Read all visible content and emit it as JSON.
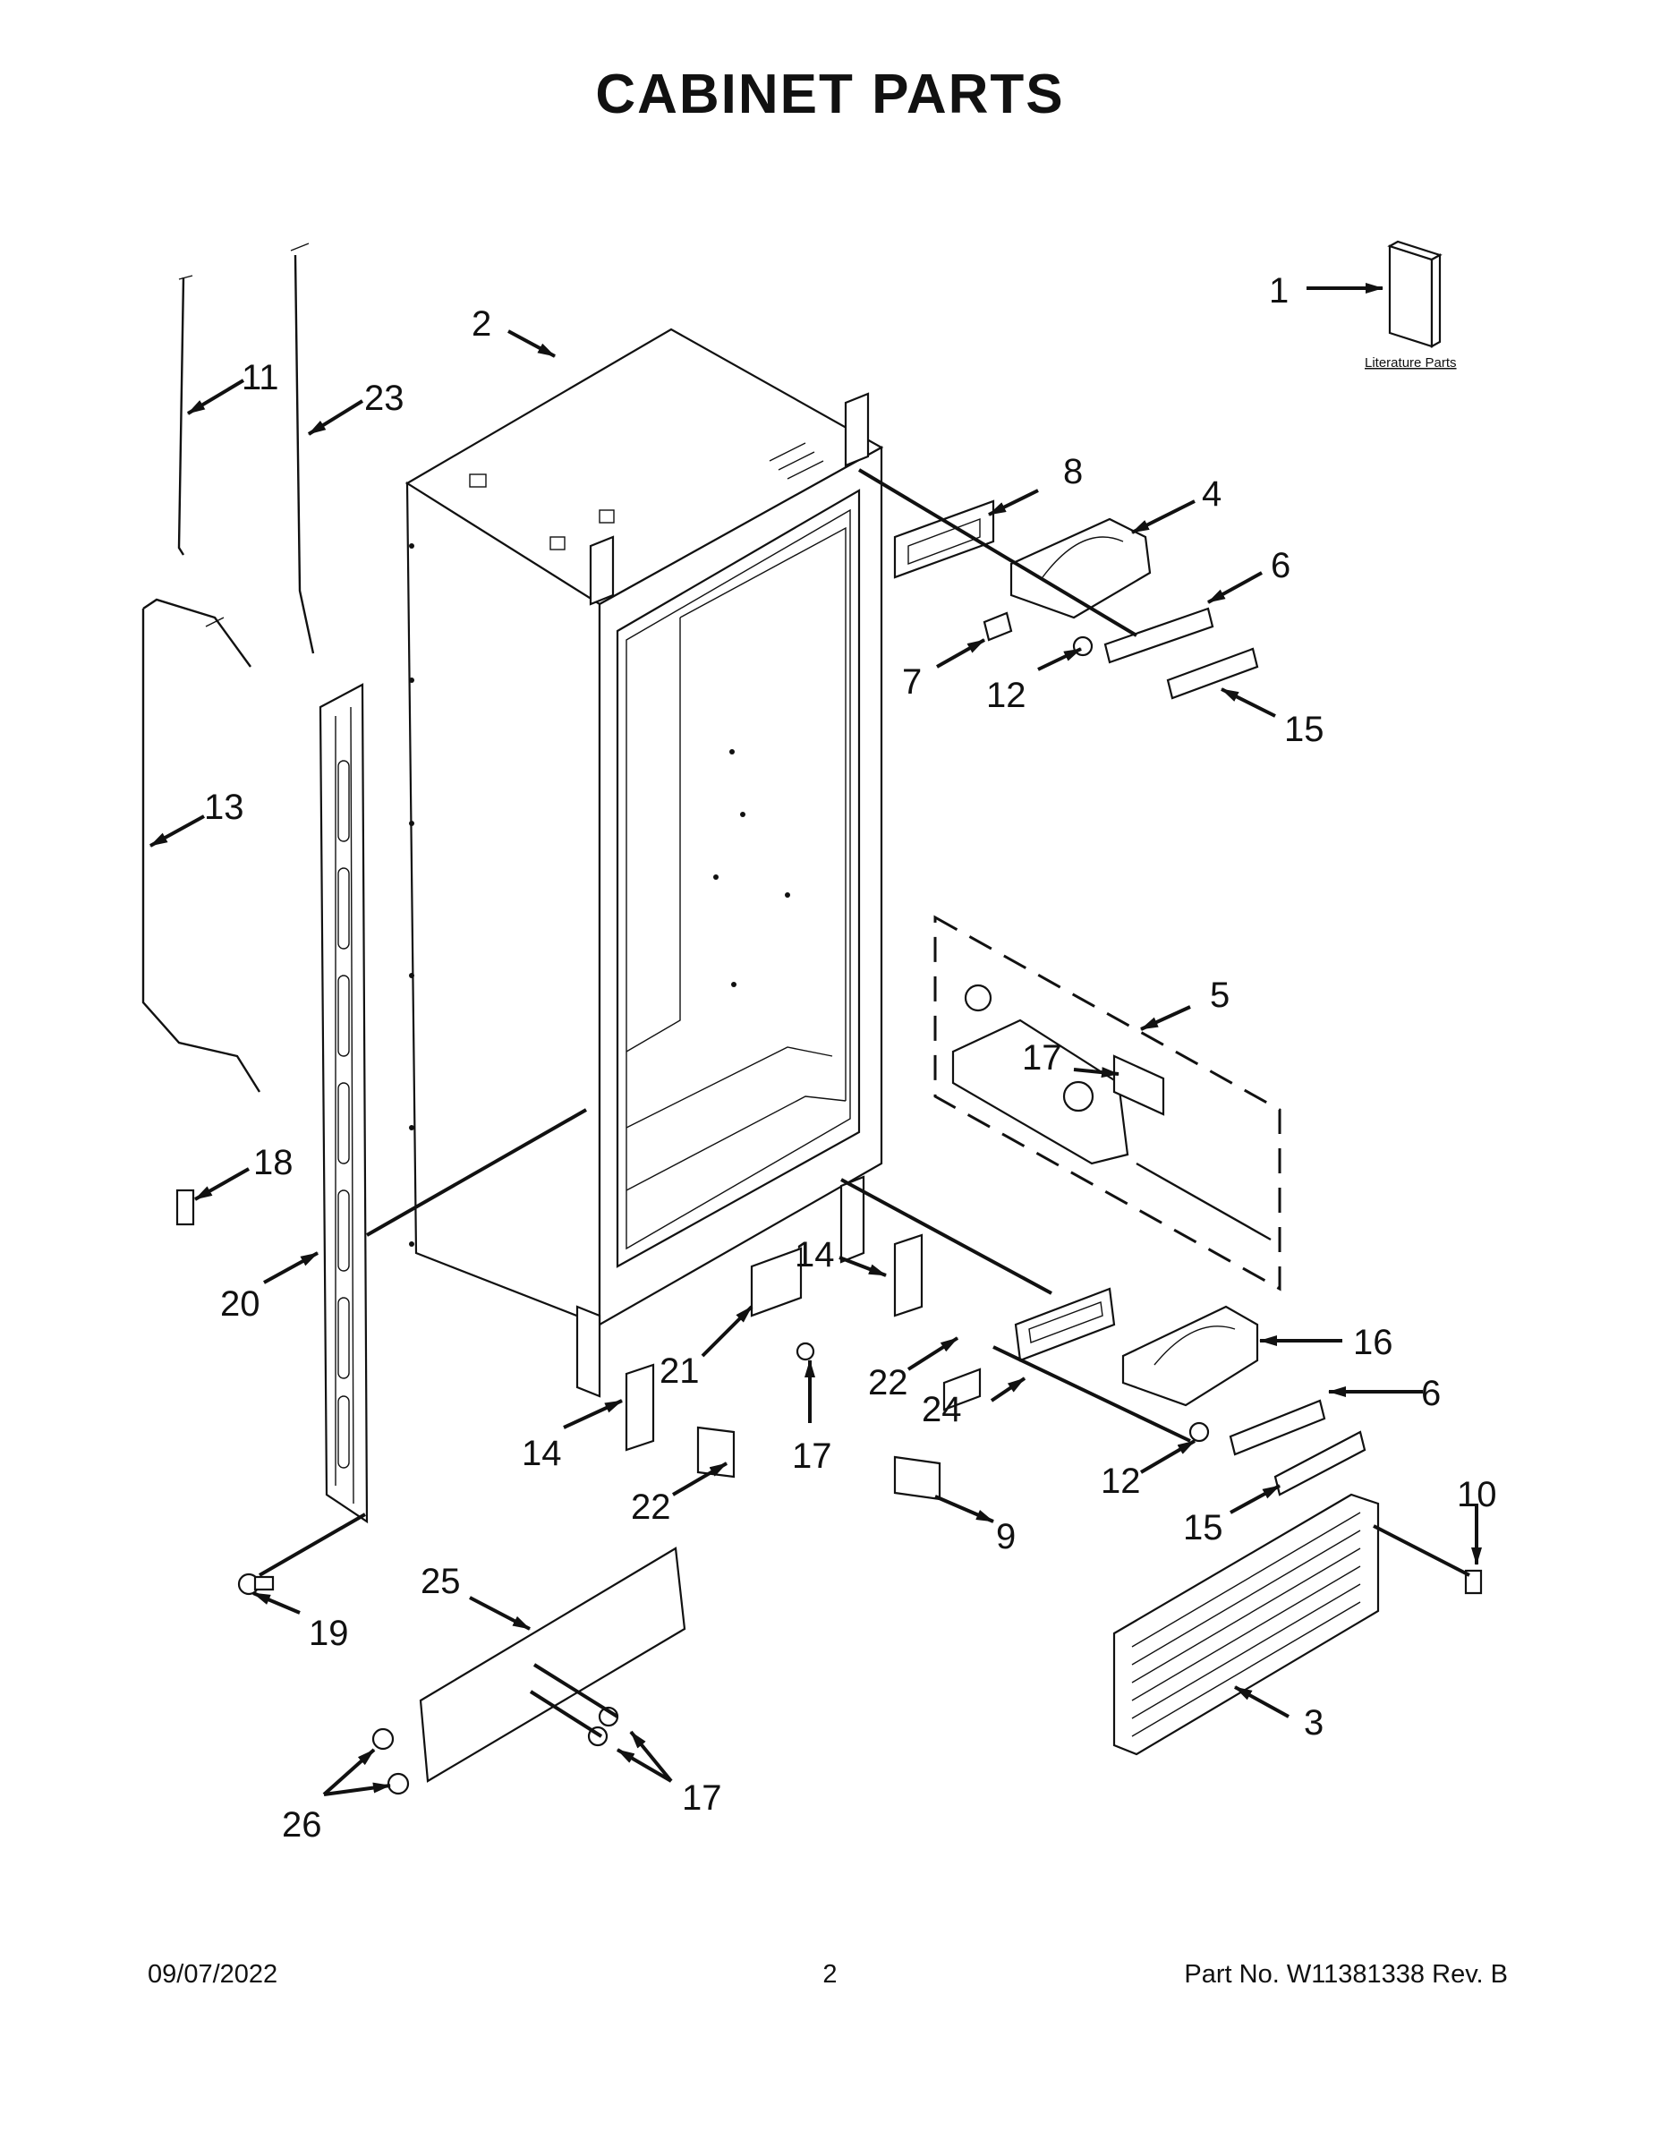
{
  "title": "CABINET PARTS",
  "literature_label": "Literature Parts",
  "callouts": {
    "c1": "1",
    "c2": "2",
    "c3": "3",
    "c4": "4",
    "c5": "5",
    "c6a": "6",
    "c6b": "6",
    "c7": "7",
    "c8": "8",
    "c9": "9",
    "c10": "10",
    "c11": "11",
    "c12a": "12",
    "c12b": "12",
    "c13": "13",
    "c14a": "14",
    "c14b": "14",
    "c15a": "15",
    "c15b": "15",
    "c16": "16",
    "c17a": "17",
    "c17b": "17",
    "c17c": "17",
    "c18": "18",
    "c19": "19",
    "c20": "20",
    "c21": "21",
    "c22a": "22",
    "c22b": "22",
    "c23": "23",
    "c24": "24",
    "c25": "25",
    "c26": "26"
  },
  "footer": {
    "date": "09/07/2022",
    "page": "2",
    "part_no": "Part No.  W11381338  Rev.  B"
  }
}
